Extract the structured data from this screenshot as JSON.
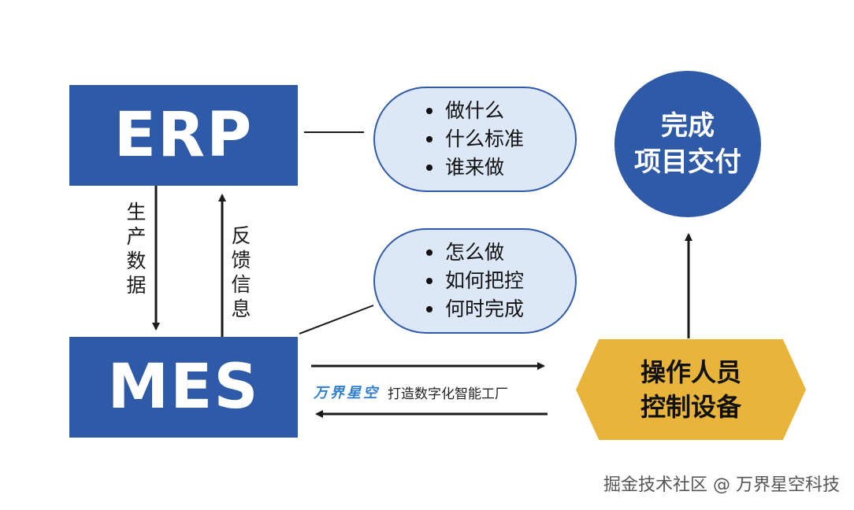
{
  "erp": {
    "label": "ERP"
  },
  "mes": {
    "label": "MES"
  },
  "flows": {
    "production_data": "生产数据",
    "feedback_info": "反馈信息"
  },
  "erp_questions": [
    "做什么",
    "什么标准",
    "谁来做"
  ],
  "mes_questions": [
    "怎么做",
    "如何把控",
    "何时完成"
  ],
  "delivery": {
    "line1": "完成",
    "line2": "项目交付"
  },
  "operator": {
    "line1": "操作人员",
    "line2": "控制设备"
  },
  "watermark": {
    "brand": "万界星空",
    "slogan": "打造数字化智能工厂"
  },
  "footer": {
    "credit": "掘金技术社区 @ 万界星空科技"
  },
  "colors": {
    "primary_blue": "#2f5aa8",
    "pill_fill": "#dce8f7",
    "operator_gold": "#e8b43a",
    "arrow": "#1a1a1a"
  }
}
